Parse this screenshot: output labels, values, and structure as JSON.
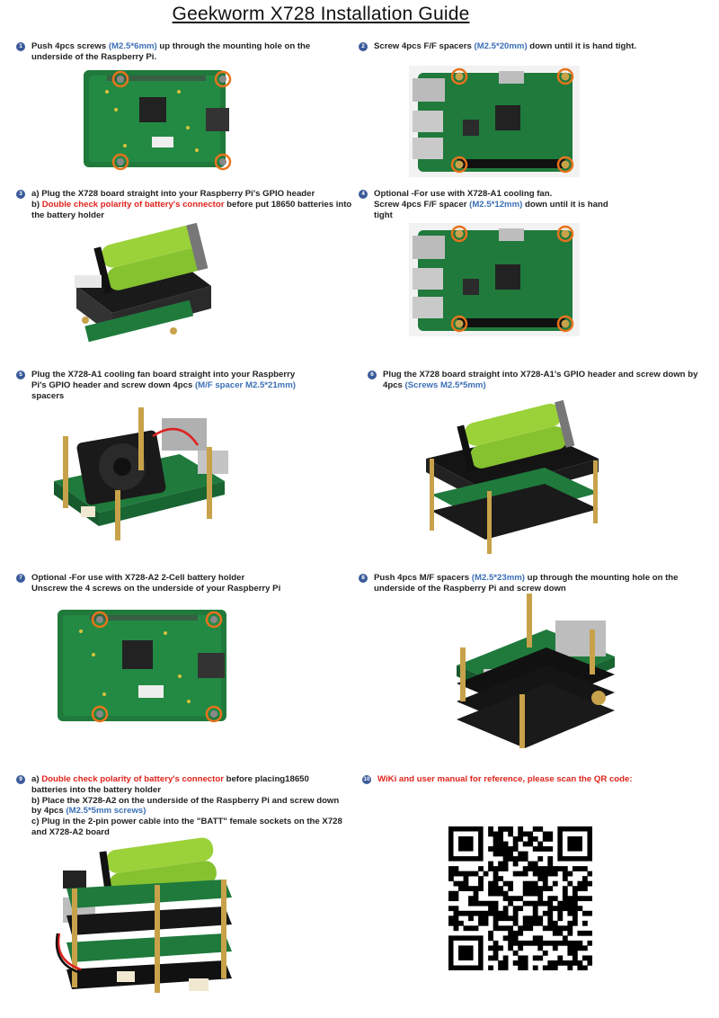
{
  "title": "Geekworm X728 Installation Guide",
  "colors": {
    "accent_blue": "#3b6fb6",
    "warning_red": "#e0231b",
    "step_badge": "#3a5a9a",
    "pcb_green": "#1f7a3c",
    "screw_ring": "#e8731c"
  },
  "steps": [
    {
      "num": "1",
      "lines": [
        [
          {
            "t": "Push 4pcs screws ",
            "c": ""
          },
          {
            "t": "(M2.5*6mm)",
            "c": "blue"
          },
          {
            "t": " up through the mounting hole on the",
            "c": ""
          }
        ],
        [
          {
            "t": "underside of the Raspberry Pi.",
            "c": ""
          }
        ]
      ]
    },
    {
      "num": "2",
      "lines": [
        [
          {
            "t": "Screw 4pcs F/F spacers ",
            "c": ""
          },
          {
            "t": "(M2.5*20mm)",
            "c": "blue"
          },
          {
            "t": " down until it is hand tight.",
            "c": ""
          }
        ]
      ]
    },
    {
      "num": "3",
      "lines": [
        [
          {
            "t": "a) Plug the X728 board straight into your Raspberry Pi's GPIO header",
            "c": ""
          }
        ],
        [
          {
            "t": "b) ",
            "c": ""
          },
          {
            "t": "Double check polarity of battery's connector",
            "c": "red"
          },
          {
            "t": " before put 18650 batteries into",
            "c": ""
          }
        ],
        [
          {
            "t": "the battery holder",
            "c": ""
          }
        ]
      ]
    },
    {
      "num": "4",
      "lines": [
        [
          {
            "t": "Optional -For use with X728-A1 cooling fan.",
            "c": ""
          }
        ],
        [
          {
            "t": "Screw 4pcs F/F spacer ",
            "c": ""
          },
          {
            "t": "(M2.5*12mm)",
            "c": "blue"
          },
          {
            "t": " down until it is hand",
            "c": ""
          }
        ],
        [
          {
            "t": "tight",
            "c": ""
          }
        ]
      ]
    },
    {
      "num": "5",
      "lines": [
        [
          {
            "t": "Plug the X728-A1 cooling fan board straight into your Raspberry",
            "c": ""
          }
        ],
        [
          {
            "t": "Pi's GPIO header and screw down 4pcs ",
            "c": ""
          },
          {
            "t": "(M/F spacer M2.5*21mm)",
            "c": "blue"
          }
        ],
        [
          {
            "t": "spacers",
            "c": ""
          }
        ]
      ]
    },
    {
      "num": "6",
      "lines": [
        [
          {
            "t": "Plug the X728 board straight into X728-A1's GPIO header and screw down by",
            "c": ""
          }
        ],
        [
          {
            "t": "4pcs ",
            "c": ""
          },
          {
            "t": "(Screws M2.5*5mm)",
            "c": "blue"
          }
        ]
      ]
    },
    {
      "num": "7",
      "lines": [
        [
          {
            "t": "Optional -For use with X728-A2 2-Cell battery holder",
            "c": ""
          }
        ],
        [
          {
            "t": "Unscrew the 4 screws on the underside of your Raspberry Pi",
            "c": ""
          }
        ]
      ]
    },
    {
      "num": "8",
      "lines": [
        [
          {
            "t": "Push 4pcs M/F spacers ",
            "c": ""
          },
          {
            "t": "(M2.5*23mm)",
            "c": "blue"
          },
          {
            "t": " up through the mounting hole on the",
            "c": ""
          }
        ],
        [
          {
            "t": "underside of the Raspberry Pi and screw down",
            "c": ""
          }
        ]
      ]
    },
    {
      "num": "9",
      "lines": [
        [
          {
            "t": "a) ",
            "c": ""
          },
          {
            "t": "Double check polarity of battery's connector",
            "c": "red"
          },
          {
            "t": " before placing18650",
            "c": ""
          }
        ],
        [
          {
            "t": "batteries into the battery holder",
            "c": ""
          }
        ],
        [
          {
            "t": "b) Place the X728-A2 on the underside of the Raspberry Pi and screw down",
            "c": ""
          }
        ],
        [
          {
            "t": "by 4pcs ",
            "c": ""
          },
          {
            "t": "(M2.5*5mm screws)",
            "c": "blue"
          }
        ],
        [
          {
            "t": "c) Plug in the 2-pin power cable into the \"BATT\" female sockets on the X728",
            "c": ""
          }
        ],
        [
          {
            "t": "and X728-A2 board",
            "c": ""
          }
        ]
      ]
    },
    {
      "num": "10",
      "lines": [
        [
          {
            "t": "WiKi and user manual for reference, please scan the QR code:",
            "c": "red"
          }
        ]
      ]
    }
  ],
  "images": [
    {
      "name": "pi-underside-screws-photo"
    },
    {
      "name": "pi-topside-spacers-20mm-photo"
    },
    {
      "name": "x728-battery-board-photo"
    },
    {
      "name": "pi-topside-spacers-12mm-photo"
    },
    {
      "name": "cooling-fan-board-photo"
    },
    {
      "name": "x728-on-fan-stack-photo"
    },
    {
      "name": "pi-underside-unscrew-photo"
    },
    {
      "name": "pi-with-long-spacers-photo"
    },
    {
      "name": "x728-a2-full-stack-photo"
    }
  ],
  "qr": {
    "name": "wiki-qr-code"
  }
}
